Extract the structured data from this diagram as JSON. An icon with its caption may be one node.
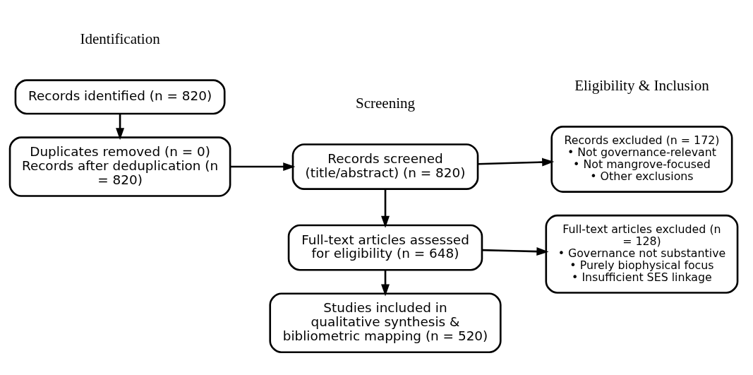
{
  "diagram": {
    "nodes": [
      {
        "text": [
          "Records identified (n = 820)"
        ]
      },
      {
        "text": [
          "Duplicates removed (n = 0)",
          "Records after deduplication (n = 820)"
        ]
      },
      {
        "text": [
          "Records screened (title/abstract) (n = 820)"
        ]
      },
      {
        "text": [
          "Records excluded (n = 172)",
          "• Not governance-relevant",
          "• Not mangrove-focused",
          "• Other exclusions"
        ]
      },
      {
        "text": [
          "Full-text articles assessed for eligibility (n = 648)"
        ]
      },
      {
        "text": [
          "Full-text articles excluded (n = 128)",
          "• Governance not substantive",
          "• Purely biophysical focus",
          "• Insufficient SES linkage"
        ]
      },
      {
        "text": [
          "Studies included in qualitative synthesis & bibliometric mapping (n = 520)"
        ]
      }
    ],
    "edges": [
      {
        "from": 0,
        "to": 1,
        "arrow": "to"
      },
      {
        "from": 1,
        "to": 2,
        "arrow": "to"
      },
      {
        "from": 2,
        "to": 3,
        "arrow": "to"
      },
      {
        "from": 2,
        "to": 4,
        "arrow": "to"
      },
      {
        "from": 4,
        "to": 5,
        "arrow": "to"
      },
      {
        "from": 4,
        "to": 6,
        "arrow": "to"
      }
    ],
    "labels": [
      "Identification",
      "Screening",
      "Eligibility & Inclusion"
    ]
  }
}
